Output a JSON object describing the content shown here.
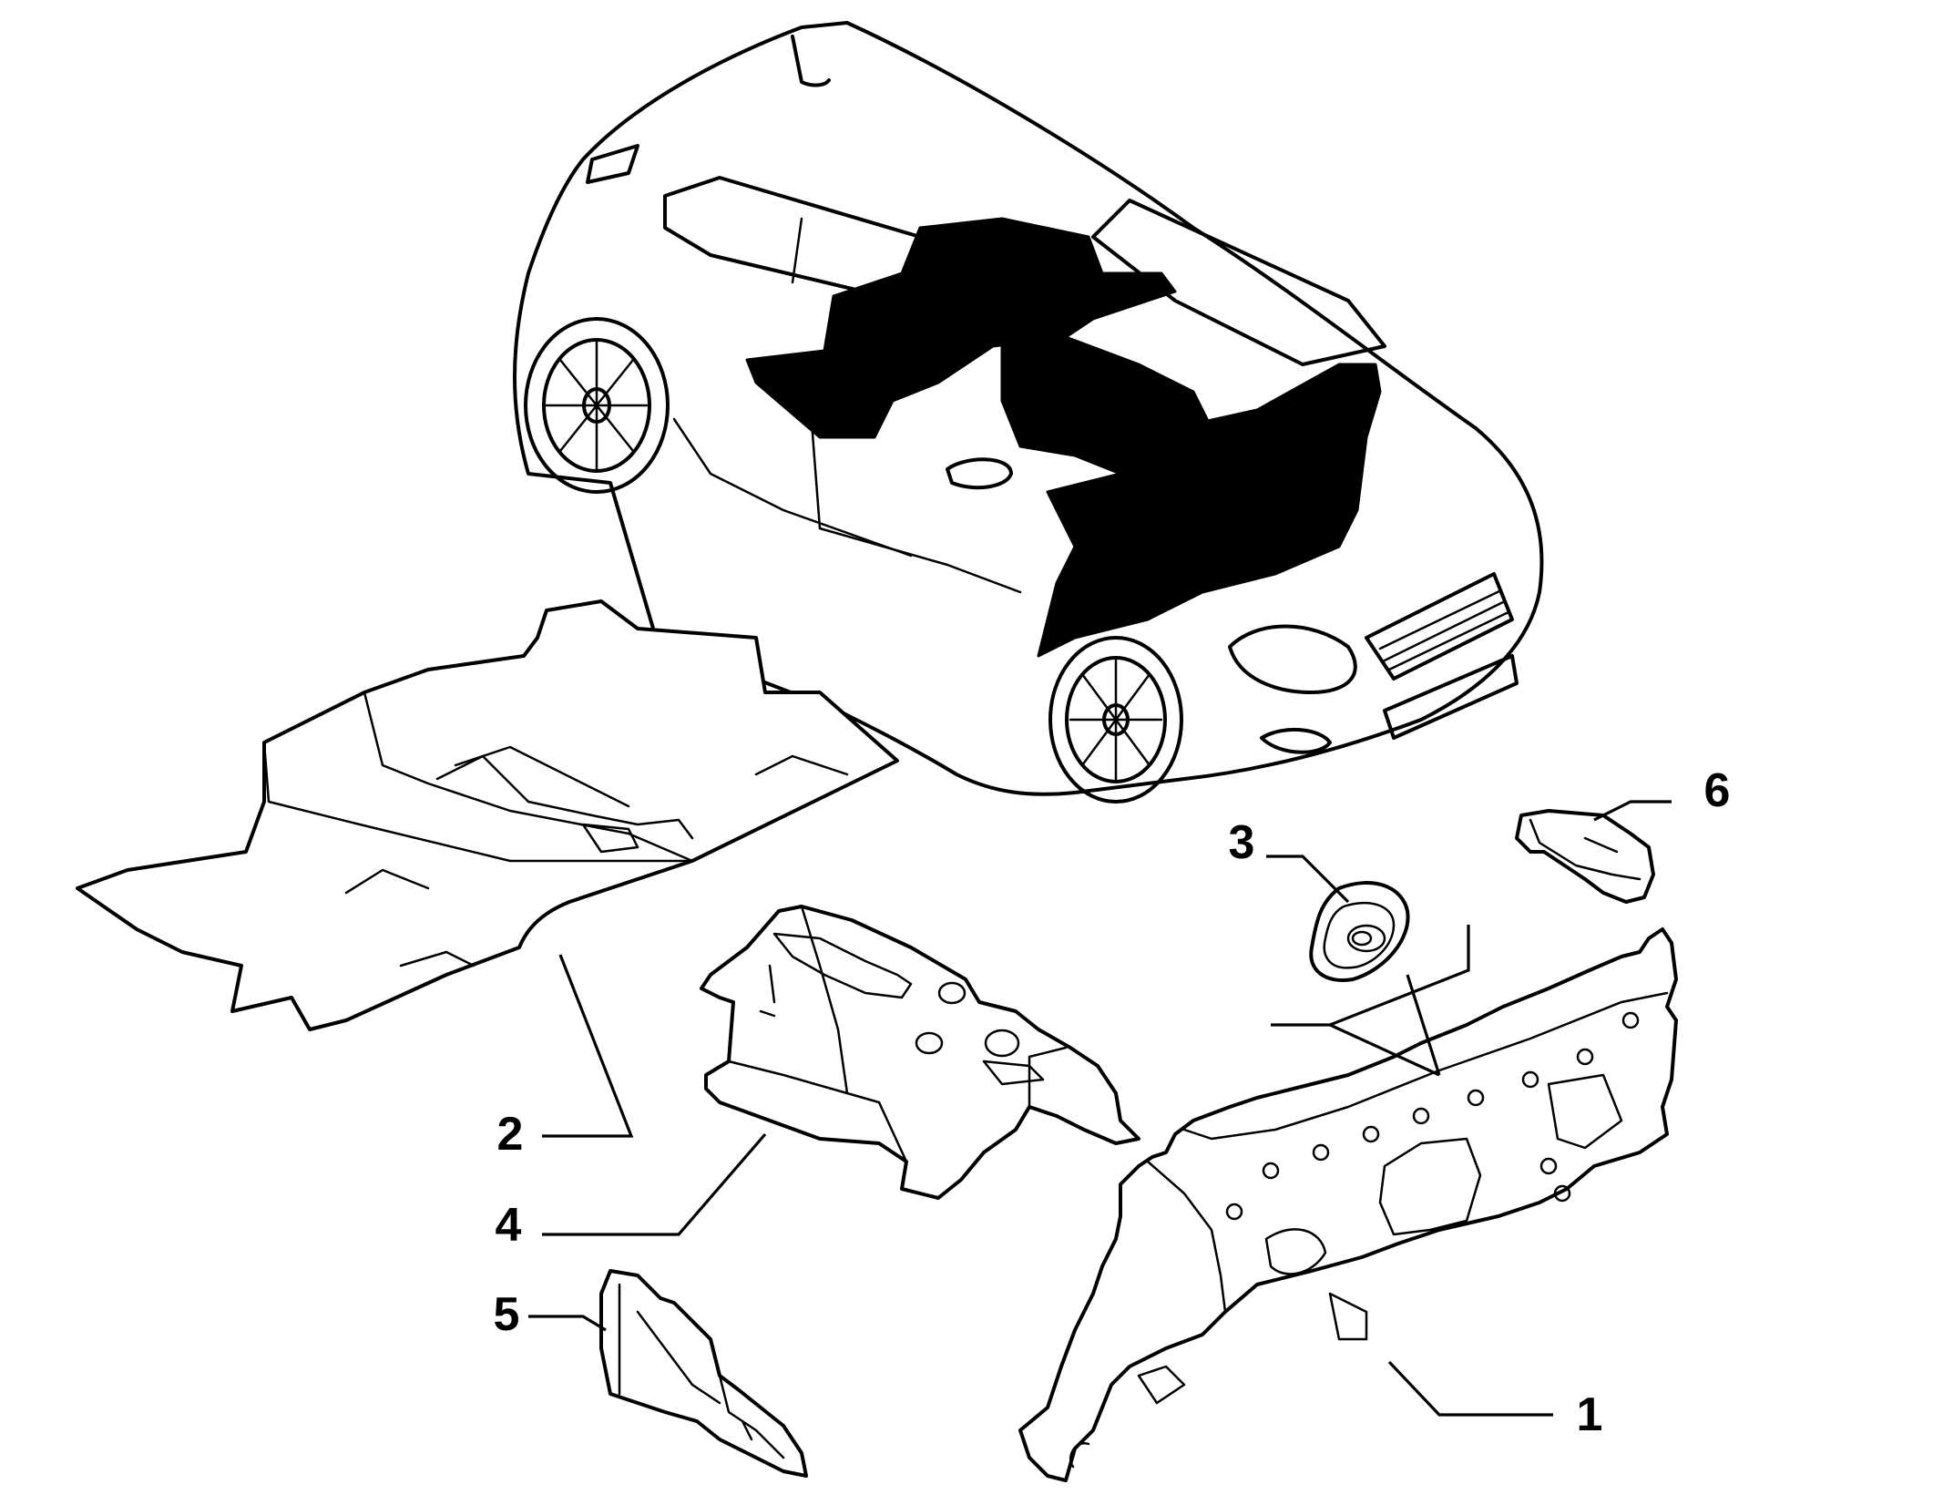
{
  "callouts": [
    {
      "id": "1",
      "label": "1"
    },
    {
      "id": "2",
      "label": "2"
    },
    {
      "id": "3",
      "label": "3"
    },
    {
      "id": "4",
      "label": "4"
    },
    {
      "id": "5",
      "label": "5"
    },
    {
      "id": "6",
      "label": "6"
    }
  ],
  "colors": {
    "line": "#000000",
    "background": "#ffffff",
    "highlight": "#000000"
  }
}
